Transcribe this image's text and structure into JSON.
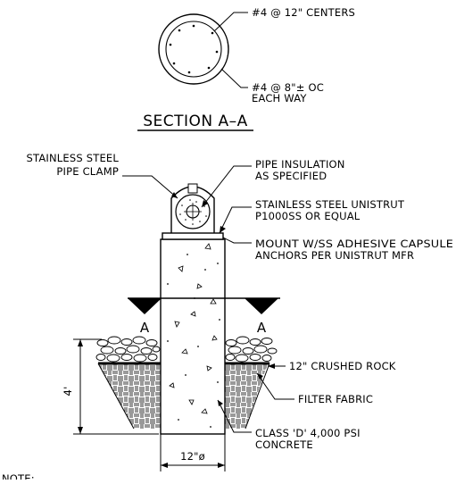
{
  "section_title": "SECTION A–A",
  "section_labels": {
    "rebar_vertical": "#4 @ 12\" CENTERS",
    "rebar_hoop_line1": "#4 @ 8\"± OC",
    "rebar_hoop_line2": "EACH WAY"
  },
  "callouts": {
    "clamp_line1": "STAINLESS STEEL",
    "clamp_line2": "PIPE CLAMP",
    "insulation_line1": "PIPE INSULATION",
    "insulation_line2": "AS SPECIFIED",
    "unistrut_line1": "STAINLESS STEEL UNISTRUT",
    "unistrut_line2": "P1000SS OR EQUAL",
    "mount_line1": "MOUNT W/SS ADHESIVE CAPSULE",
    "mount_line2": "ANCHORS PER UNISTRUT MFR",
    "rock": "12\" CRUSHED ROCK",
    "fabric": "FILTER FABRIC",
    "concrete_line1": "CLASS 'D' 4,000 PSI",
    "concrete_line2": "CONCRETE"
  },
  "section_markers": {
    "left": "A",
    "right": "A"
  },
  "dimensions": {
    "depth": "4'",
    "diameter": "12\"ø"
  },
  "note_label": "NOTE:"
}
